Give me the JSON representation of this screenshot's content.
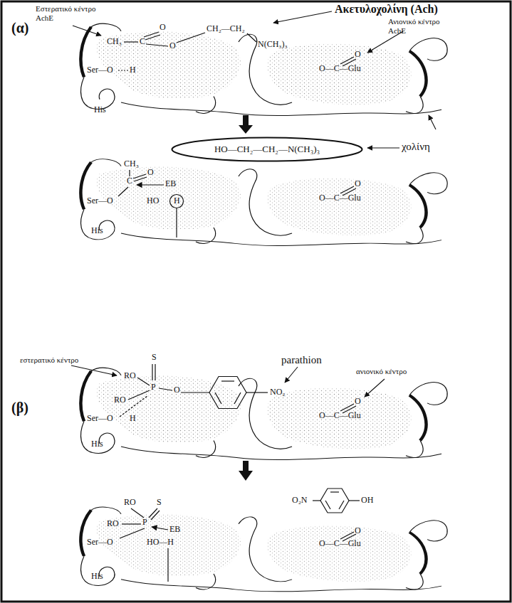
{
  "diagram": {
    "nodes": [
      {
        "text": [
          "HO—CH₂—CH₂—N(CH₃)₃"
        ]
      }
    ],
    "edges": [],
    "labels": [
      "(α)",
      "Εστερατικό κέντρο AchE",
      "Ακετυλοχολίνη (Ach)",
      "Ανιονικό κέντρο AchE",
      "CH₃",
      "C",
      "O",
      "O",
      "CH₂—CH₂",
      "N(CH₃)₃",
      "Ser—O",
      "H",
      "O",
      "O—C—Glu",
      "His",
      "χολίνη",
      "CH₃",
      "C",
      "O",
      "EB",
      "Ser—O",
      "HO",
      "H",
      "O",
      "O—C—Glu",
      "His",
      "(β)",
      "εστερατικό κέντρο",
      "parathion",
      "ανιονικό κέντρο",
      "S",
      "RO",
      "RO",
      "P",
      "O",
      "NO₂",
      "Ser—O",
      "H",
      "O",
      "O—C—Glu",
      "His",
      "RO",
      "RO",
      "P",
      "S",
      "EB",
      "Ser—O",
      "HO—H",
      "O",
      "O—C—Glu",
      "His",
      "O₂N",
      "OH"
    ]
  }
}
